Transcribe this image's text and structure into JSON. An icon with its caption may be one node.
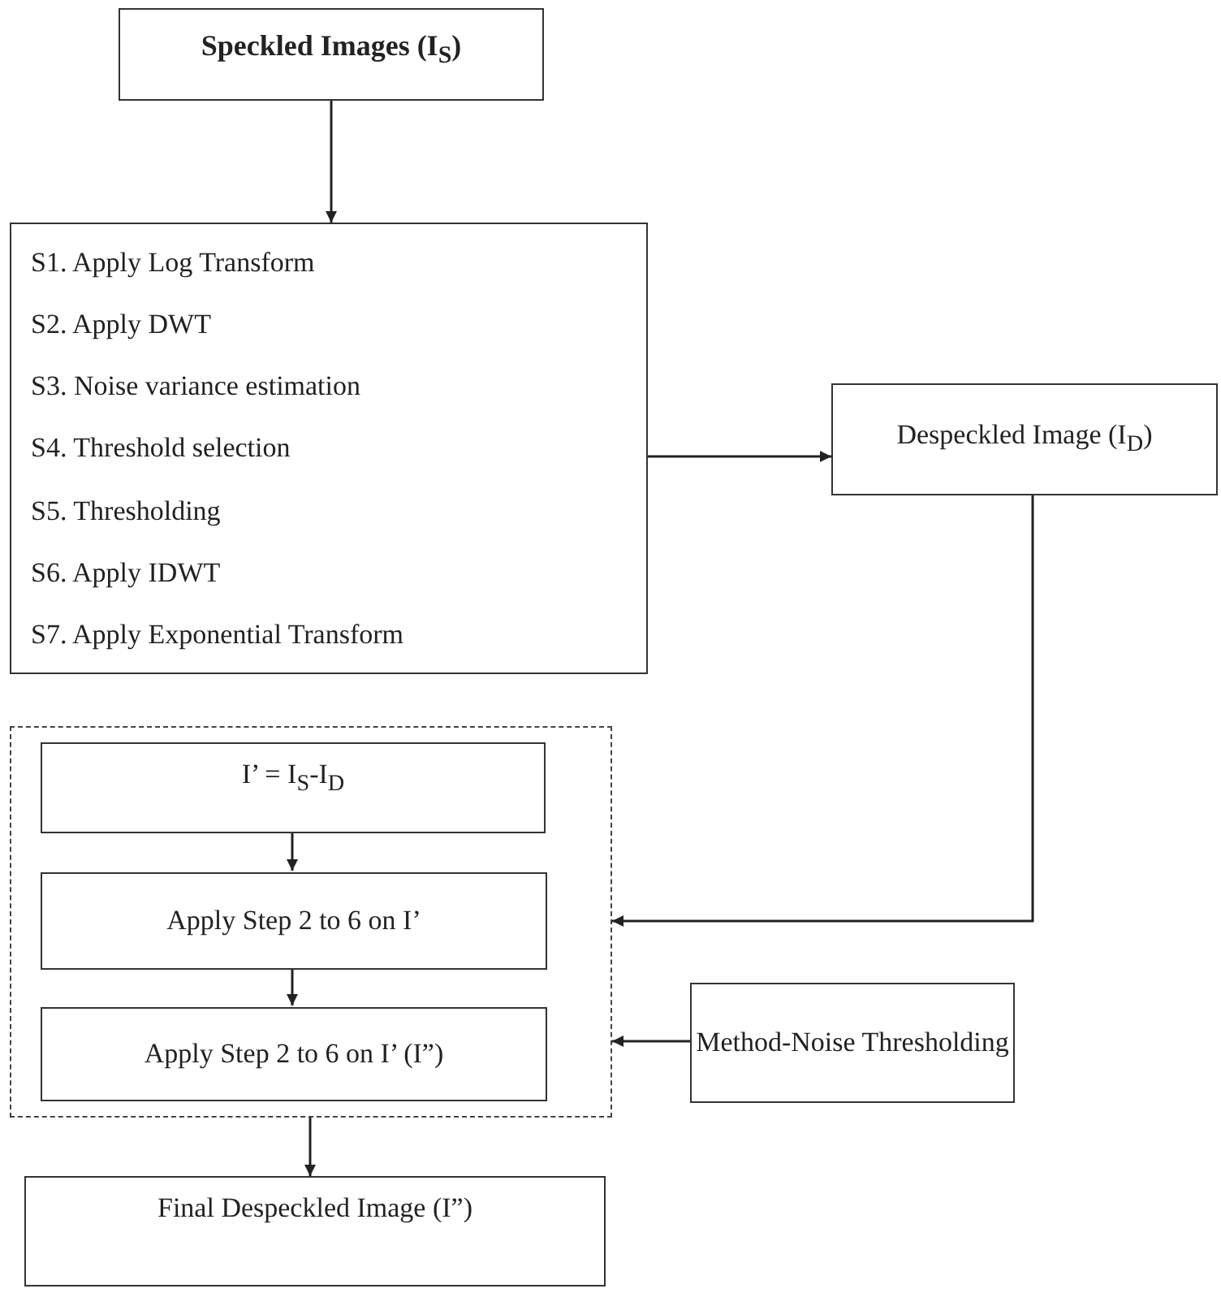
{
  "diagram": {
    "nodes": [
      {
        "text": [
          "Speckled Images (I$_{S}$)"
        ]
      },
      {
        "text": [
          "S1. Apply Log Transform",
          "S2. Apply DWT",
          "S3. Noise variance estimation",
          "S4. Threshold selection",
          "S5. Thresholding",
          "S6. Apply IDWT",
          "S7. Apply Exponential Transform"
        ]
      },
      {
        "text": [
          "Despeckled Image (I$_{D}$)"
        ]
      },
      {
        "text": [],
        "shape": "box"
      },
      {
        "text": [
          "I’ = I$_{S}$-I$_{D}$"
        ],
        "in": 3
      },
      {
        "text": [
          "Apply Step 2 to 6 on I’"
        ],
        "in": 3
      },
      {
        "text": [
          "Apply Step 2 to 6 on I’ (I”)"
        ],
        "in": 3
      },
      {
        "text": [
          "Method-Noise Thresholding"
        ]
      },
      {
        "text": [
          "Final Despeckled Image (I”)"
        ]
      }
    ],
    "edges": [
      {
        "from": 0,
        "to": 1,
        "arrow": "to"
      },
      {
        "from": 1,
        "to": 2,
        "arrow": "to"
      },
      {
        "from": 2,
        "to": 3,
        "arrow": "to"
      },
      {
        "from": 4,
        "to": 5,
        "arrow": "to"
      },
      {
        "from": 5,
        "to": 6,
        "arrow": "to"
      },
      {
        "from": 7,
        "to": 3,
        "arrow": "to"
      },
      {
        "from": 3,
        "to": 8,
        "arrow": "to"
      }
    ]
  }
}
